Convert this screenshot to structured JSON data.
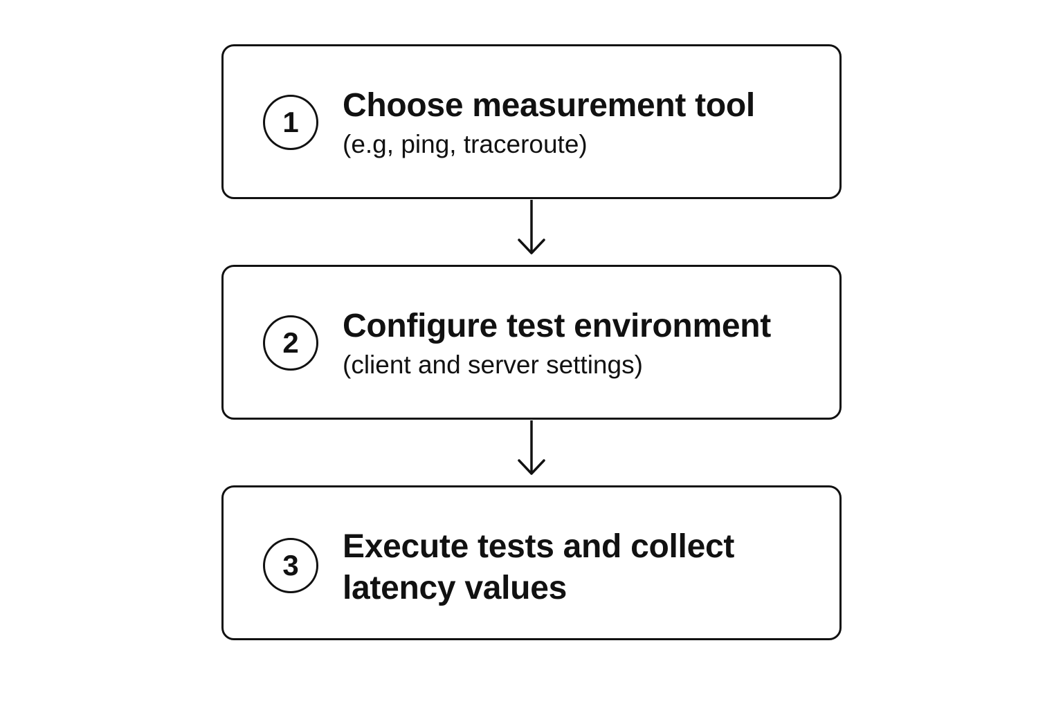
{
  "steps": [
    {
      "number": "1",
      "title": "Choose measurement tool",
      "subtitle": "(e.g, ping, traceroute)"
    },
    {
      "number": "2",
      "title": "Configure test environment",
      "subtitle": "(client and server settings)"
    },
    {
      "number": "3",
      "title": "Execute tests and collect latency values",
      "subtitle": ""
    }
  ],
  "colors": {
    "stroke": "#111111",
    "background": "#ffffff"
  }
}
